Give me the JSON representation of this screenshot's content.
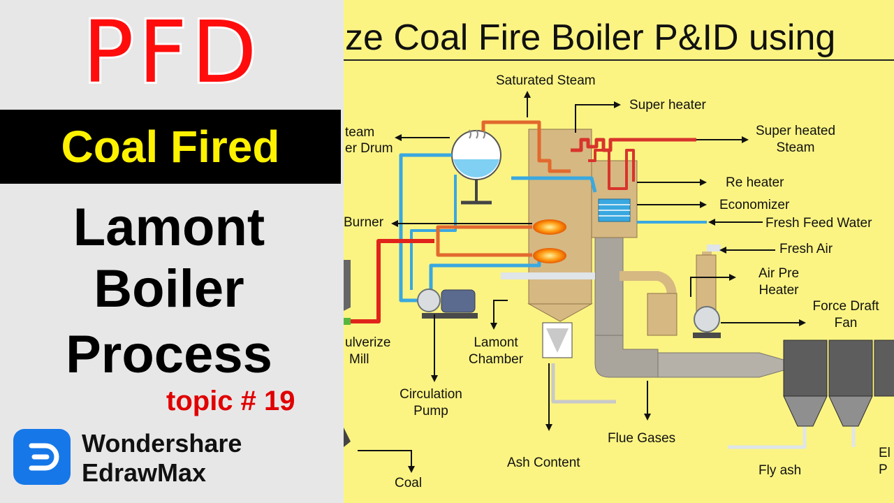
{
  "left_panel": {
    "pfd_label": "PFD",
    "banner_label": "Coal Fired",
    "title_lines": [
      "Lamont",
      "Boiler",
      "Process"
    ],
    "topic_label": "topic # 19",
    "brand_line1": "Wondershare",
    "brand_line2": "EdrawMax",
    "logo_icon": "edrawmax-logo-icon"
  },
  "diagram": {
    "title": "ze Coal Fire Boiler P&ID using",
    "labels": {
      "saturated_steam": "Saturated Steam",
      "super_heater": "Super heater",
      "steam_drum_1": "team",
      "steam_drum_2": "er Drum",
      "super_heated_steam_1": "Super heated",
      "super_heated_steam_2": "Steam",
      "re_heater": "Re heater",
      "economizer": "Economizer",
      "fresh_feed_water": "Fresh Feed Water",
      "burner": "Burner",
      "fresh_air": "Fresh Air",
      "air_pre_heater_1": "Air Pre",
      "air_pre_heater_2": "Heater",
      "force_draft_fan_1": "Force Draft",
      "force_draft_fan_2": "Fan",
      "pulverize_mill_1": "ulverize",
      "pulverize_mill_2": "Mill",
      "lamont_chamber_1": "Lamont",
      "lamont_chamber_2": "Chamber",
      "circulation_pump_1": "Circulation",
      "circulation_pump_2": "Pump",
      "flue_gases": "Flue Gases",
      "ash_content": "Ash Content",
      "fly_ash": "Fly ash",
      "coal": "Coal",
      "edge_1": "El",
      "edge_2": "P"
    },
    "colors": {
      "background": "#fbf483",
      "water_pipe": "#3aa8e0",
      "hot_pipe": "#e2692e",
      "steam_pipe": "#d8342c",
      "furnace": "#d6b882",
      "flue_duct": "#aaa59c"
    }
  }
}
